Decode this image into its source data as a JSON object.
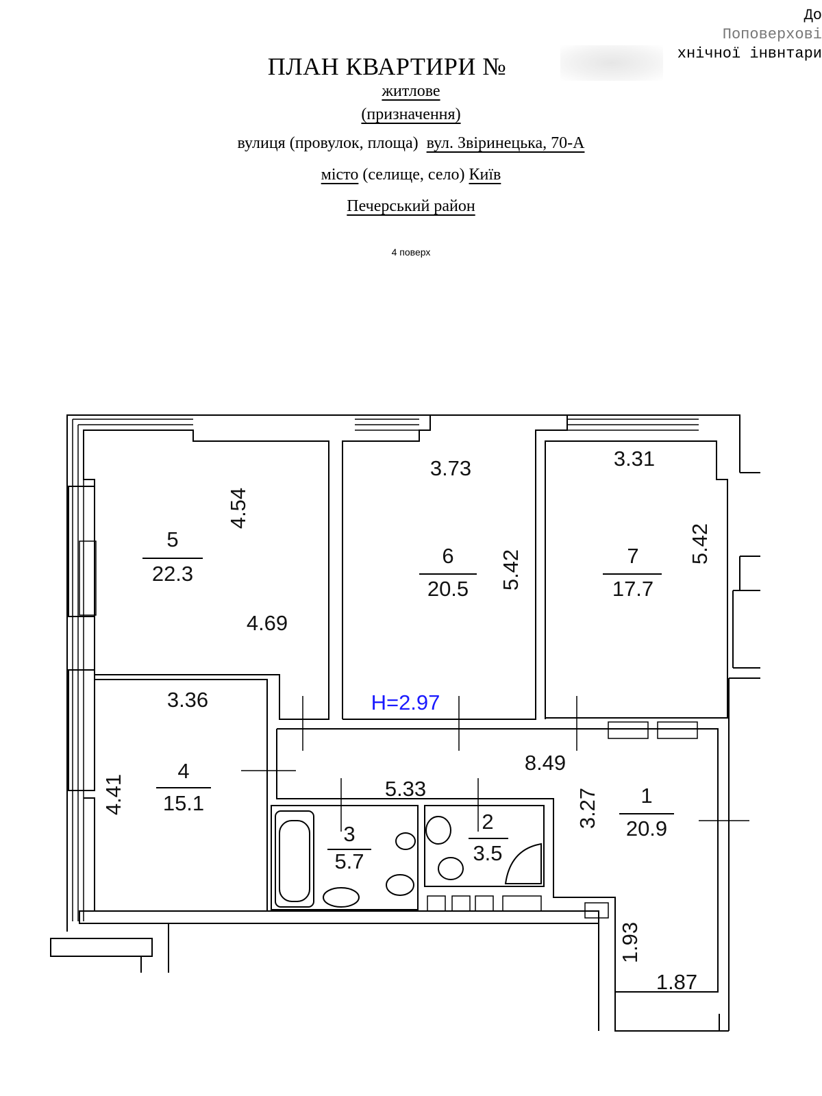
{
  "corner_note": {
    "line1": "До",
    "line2": "Поповерхові",
    "line3": "хнічної інвнтари"
  },
  "header": {
    "title": "ПЛАН КВАРТИРИ №",
    "purpose_value": "житлове",
    "purpose_caption": "(призначення)",
    "street_label": "вулиця (провулок, площа)",
    "street_value": "вул. Звіринецька, 70-А",
    "city_label_underlined": "місто",
    "city_label_rest": "(селище, село)",
    "city_value": "Київ",
    "district": "Печерський район",
    "floor": "4 поверх"
  },
  "plan": {
    "ceiling_height": "H=2.97",
    "rooms": [
      {
        "number": "5",
        "area": "22.3"
      },
      {
        "number": "6",
        "area": "20.5"
      },
      {
        "number": "7",
        "area": "17.7"
      },
      {
        "number": "4",
        "area": "15.1"
      },
      {
        "number": "3",
        "area": "5.7"
      },
      {
        "number": "2",
        "area": "3.5"
      },
      {
        "number": "1",
        "area": "20.9"
      }
    ],
    "dimensions": {
      "r5_side": "4.54",
      "r5_bottom": "4.69",
      "r6_top": "3.73",
      "r6_side": "5.42",
      "r7_top": "3.31",
      "r7_side": "5.42",
      "r4_top": "3.36",
      "r4_side": "4.41",
      "hall_len": "8.49",
      "hall_inner": "5.33",
      "r1_side": "3.27",
      "r1_nook_side": "1.93",
      "r1_nook_width": "1.87"
    }
  }
}
